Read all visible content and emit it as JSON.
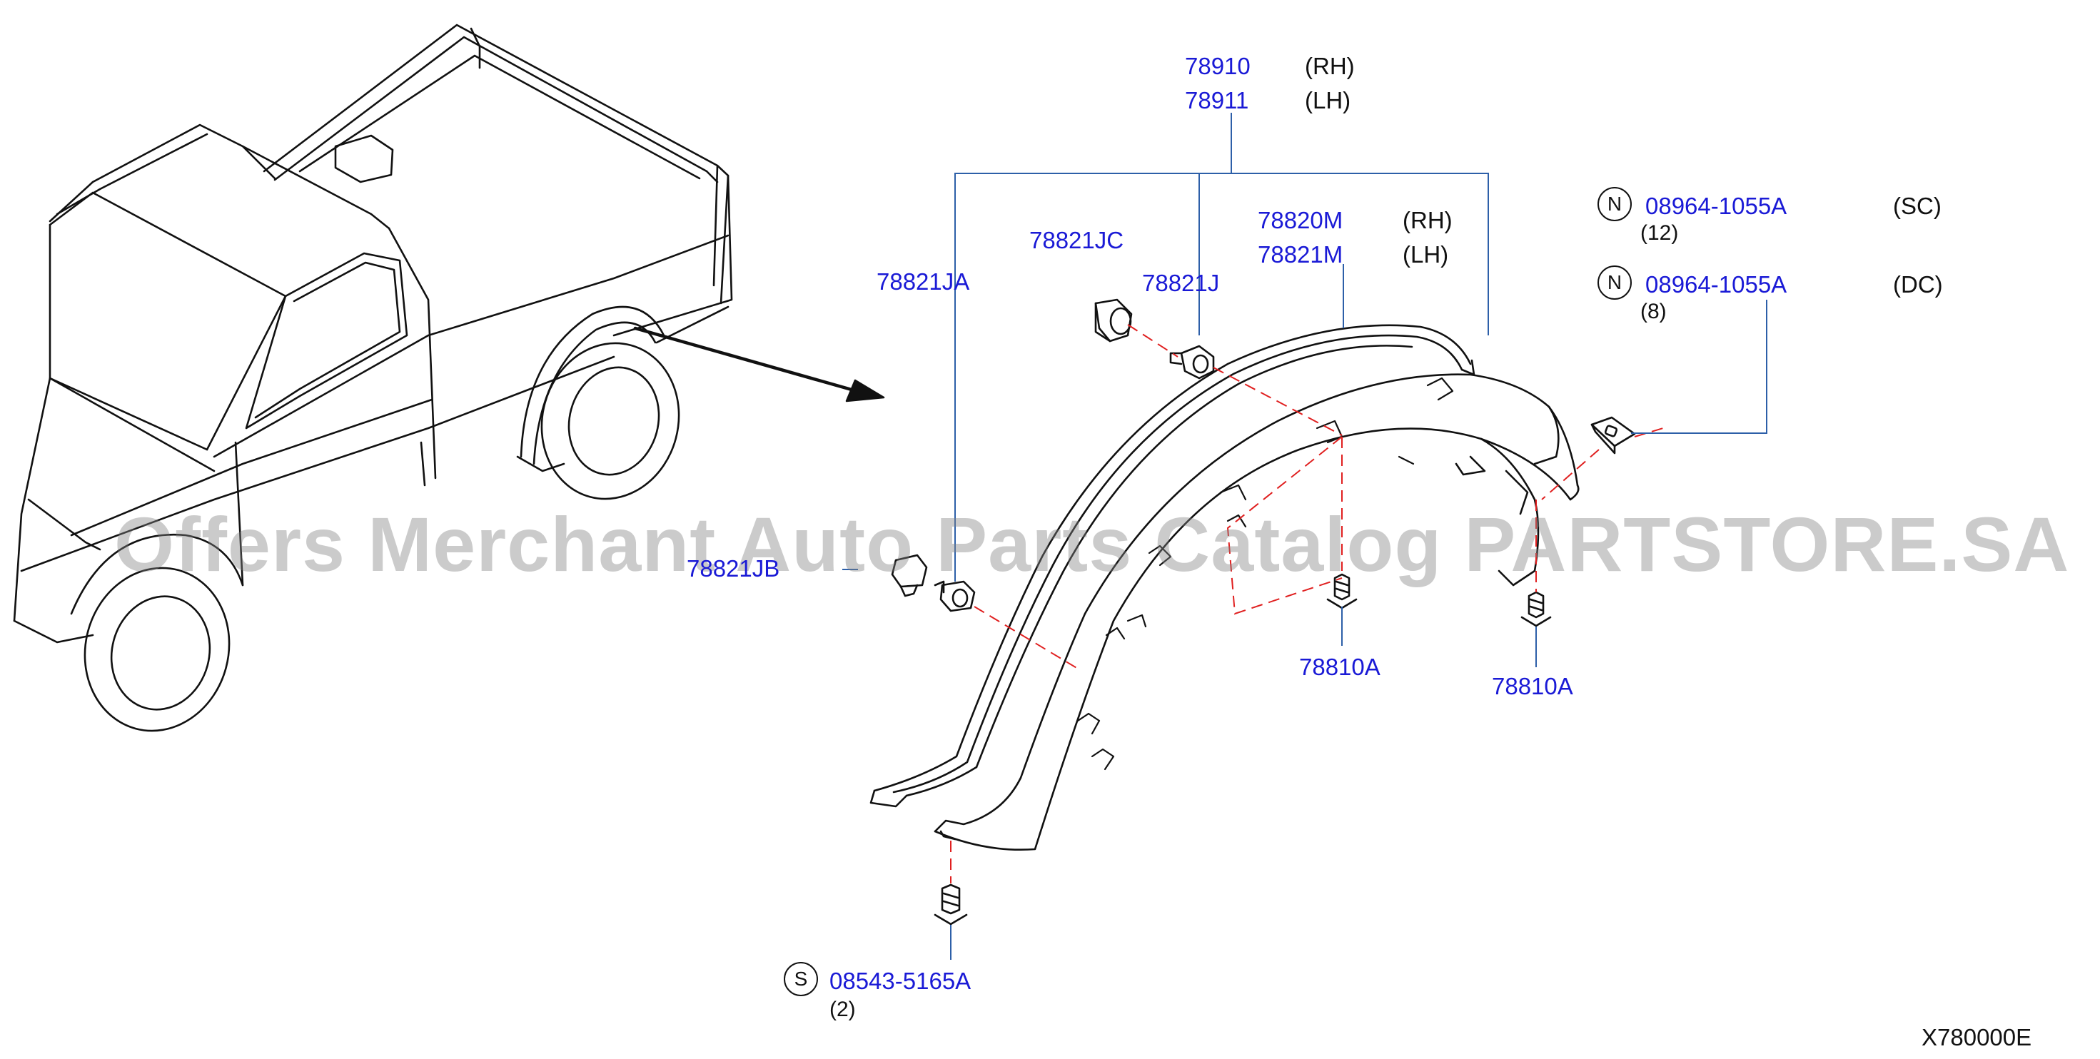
{
  "colors": {
    "part_number": "#1a1ad6",
    "leader": "#2d5fa8",
    "dash": "#e02020",
    "line": "#111111"
  },
  "parts": {
    "p78910": "78910",
    "rh1": "(RH)",
    "p78911": "78911",
    "lh1": "(LH)",
    "p78821JA": "78821JA",
    "p78821JC": "78821JC",
    "p78821J": "78821J",
    "p78820M": "78820M",
    "rh2": "(RH)",
    "p78821M": "78821M",
    "lh2": "(LH)",
    "p78821JB": "78821JB",
    "p78810A_1": "78810A",
    "p78810A_2": "78810A",
    "n1_symbol": "N",
    "n1_part": "08964-1055A",
    "n1_variant": "(SC)",
    "n1_qty": "(12)",
    "n2_symbol": "N",
    "n2_part": "08964-1055A",
    "n2_variant": "(DC)",
    "n2_qty": "(8)",
    "s_symbol": "S",
    "s_part": "08543-5165A",
    "s_qty": "(2)"
  },
  "diagram_code": "X780000E",
  "watermark": "Offers Merchant Auto Parts Catalog PARTSTORE.SA",
  "icons": [
    "truck-illustration",
    "fender-flare-outer",
    "fender-flare-liner",
    "clip-icon",
    "screw-icon",
    "clip-nut-icon",
    "pointer-arrow"
  ]
}
